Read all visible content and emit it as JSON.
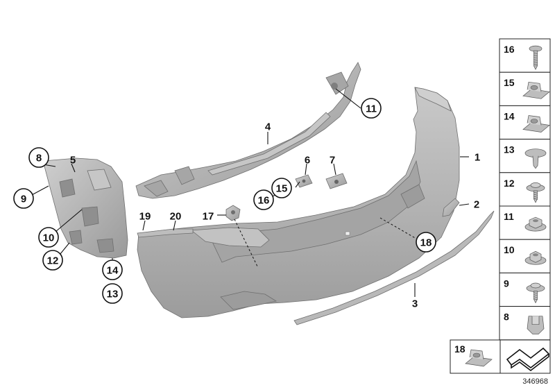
{
  "diagram_number": "346968",
  "callouts": [
    {
      "id": "c1",
      "text": "1",
      "circled": false
    },
    {
      "id": "c2",
      "text": "2",
      "circled": false
    },
    {
      "id": "c3",
      "text": "3",
      "circled": false
    },
    {
      "id": "c4",
      "text": "4",
      "circled": false
    },
    {
      "id": "c5",
      "text": "5",
      "circled": false
    },
    {
      "id": "c6",
      "text": "6",
      "circled": false
    },
    {
      "id": "c7",
      "text": "7",
      "circled": false
    },
    {
      "id": "c8",
      "text": "8",
      "circled": true
    },
    {
      "id": "c9",
      "text": "9",
      "circled": true
    },
    {
      "id": "c10",
      "text": "10",
      "circled": true
    },
    {
      "id": "c11",
      "text": "11",
      "circled": true
    },
    {
      "id": "c12",
      "text": "12",
      "circled": true
    },
    {
      "id": "c13",
      "text": "13",
      "circled": true
    },
    {
      "id": "c14",
      "text": "14",
      "circled": true
    },
    {
      "id": "c15",
      "text": "15",
      "circled": true
    },
    {
      "id": "c16",
      "text": "16",
      "circled": true
    },
    {
      "id": "c17",
      "text": "17",
      "circled": false
    },
    {
      "id": "c18",
      "text": "18",
      "circled": true
    },
    {
      "id": "c19",
      "text": "19",
      "circled": false
    },
    {
      "id": "c20",
      "text": "20",
      "circled": false
    }
  ],
  "sidebar_parts": [
    {
      "label": "16",
      "icon": "screw-icon"
    },
    {
      "label": "15",
      "icon": "clip-nut-icon"
    },
    {
      "label": "14",
      "icon": "clip-nut-icon"
    },
    {
      "label": "13",
      "icon": "push-rivet-icon"
    },
    {
      "label": "12",
      "icon": "collar-screw-icon"
    },
    {
      "label": "11",
      "icon": "hex-nut-icon"
    },
    {
      "label": "10",
      "icon": "flange-nut-icon"
    },
    {
      "label": "9",
      "icon": "collar-screw-icon"
    },
    {
      "label": "8",
      "icon": "spring-nut-icon"
    }
  ],
  "bottom_parts": [
    {
      "label": "18",
      "icon": "clip-nut-icon"
    },
    {
      "label": "",
      "icon": "adhesive-tape-icon"
    }
  ],
  "colors": {
    "part_fill": "#b4b4b4",
    "part_dark": "#8e8e8e",
    "part_light": "#d2d2d2",
    "line": "#111111"
  }
}
